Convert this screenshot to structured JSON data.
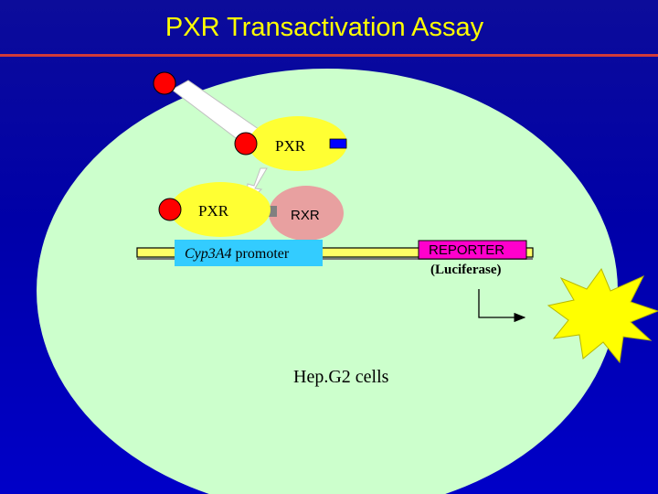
{
  "title": "PXR Transactivation Assay",
  "labels": {
    "pxr_top": "PXR",
    "pxr_bottom": "PXR",
    "rxr": "RXR",
    "promoter_gene": "Cyp3A4",
    "promoter_word": " promoter",
    "reporter": "REPORTER",
    "luciferase": "(Luciferase)",
    "cells": "Hep.G2 cells"
  },
  "colors": {
    "background": "#0000b0",
    "title_text": "#ffff00",
    "title_rule": "#d23a3a",
    "cell": "#ccffcc",
    "pxr": "#ffff33",
    "rxr": "#e8a0a0",
    "ligand": "#ff0000",
    "reporter_box": "#ff00cc",
    "promoter_box": "#33ccff",
    "dna_track": "#ffff66",
    "burst": "#ffff00"
  },
  "icons": [
    "ligand-circle",
    "luciferase-light-burst",
    "transcription-arrow"
  ]
}
